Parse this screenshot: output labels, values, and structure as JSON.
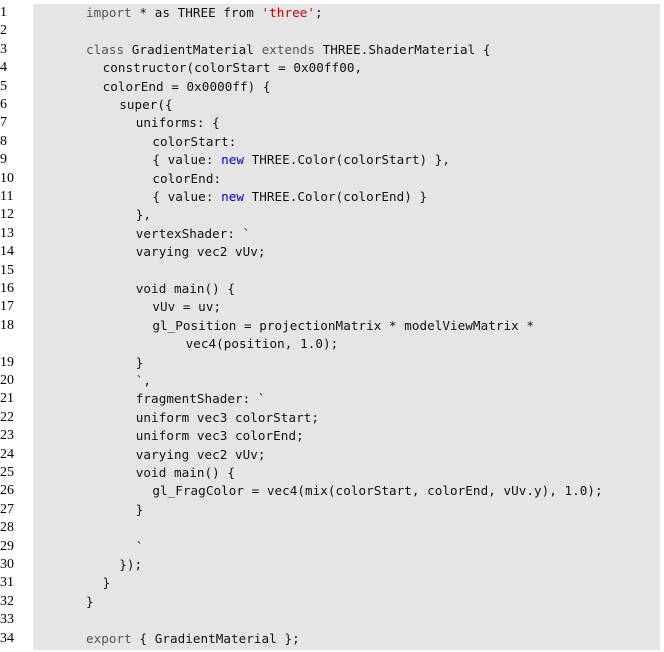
{
  "lines": [
    {
      "n": "1",
      "indent": 0,
      "parts": [
        {
          "t": "import",
          "c": "kw"
        },
        {
          "t": " * as THREE from ",
          "c": ""
        },
        {
          "t": "'three'",
          "c": "str"
        },
        {
          "t": ";",
          "c": ""
        }
      ]
    },
    {
      "n": "2",
      "indent": 0,
      "parts": []
    },
    {
      "n": "3",
      "indent": 0,
      "parts": [
        {
          "t": "class",
          "c": "kw"
        },
        {
          "t": " GradientMaterial ",
          "c": ""
        },
        {
          "t": "extends",
          "c": "kw"
        },
        {
          "t": " THREE.ShaderMaterial {",
          "c": ""
        }
      ]
    },
    {
      "n": "4",
      "indent": 1,
      "parts": [
        {
          "t": "constructor(colorStart = 0x00ff00,",
          "c": ""
        }
      ]
    },
    {
      "n": "5",
      "indent": 1,
      "parts": [
        {
          "t": "colorEnd = 0x0000ff) {",
          "c": ""
        }
      ]
    },
    {
      "n": "6",
      "indent": 2,
      "parts": [
        {
          "t": "super({",
          "c": ""
        }
      ]
    },
    {
      "n": "7",
      "indent": 3,
      "parts": [
        {
          "t": "uniforms: {",
          "c": ""
        }
      ]
    },
    {
      "n": "8",
      "indent": 4,
      "parts": [
        {
          "t": "colorStart:",
          "c": ""
        }
      ]
    },
    {
      "n": "9",
      "indent": 4,
      "parts": [
        {
          "t": "{ value: ",
          "c": ""
        },
        {
          "t": "new",
          "c": "new"
        },
        {
          "t": " THREE.Color(colorStart) },",
          "c": ""
        }
      ]
    },
    {
      "n": "10",
      "indent": 4,
      "parts": [
        {
          "t": "colorEnd:",
          "c": ""
        }
      ]
    },
    {
      "n": "11",
      "indent": 4,
      "parts": [
        {
          "t": "{ value: ",
          "c": ""
        },
        {
          "t": "new",
          "c": "new"
        },
        {
          "t": " THREE.Color(colorEnd) }",
          "c": ""
        }
      ]
    },
    {
      "n": "12",
      "indent": 3,
      "parts": [
        {
          "t": "},",
          "c": ""
        }
      ]
    },
    {
      "n": "13",
      "indent": 3,
      "parts": [
        {
          "t": "vertexShader: `",
          "c": ""
        }
      ]
    },
    {
      "n": "14",
      "indent": 3,
      "parts": [
        {
          "t": "varying vec2 vUv;",
          "c": ""
        }
      ]
    },
    {
      "n": "15",
      "indent": 0,
      "parts": []
    },
    {
      "n": "16",
      "indent": 3,
      "parts": [
        {
          "t": "void main() {",
          "c": ""
        }
      ]
    },
    {
      "n": "17",
      "indent": 4,
      "parts": [
        {
          "t": "vUv = uv;",
          "c": ""
        }
      ]
    },
    {
      "n": "18",
      "indent": 4,
      "parts": [
        {
          "t": "gl_Position = projectionMatrix * modelViewMatrix *",
          "c": ""
        }
      ]
    },
    {
      "n": "",
      "indent": 6,
      "parts": [
        {
          "t": "vec4(position, 1.0);",
          "c": ""
        }
      ]
    },
    {
      "n": "19",
      "indent": 3,
      "parts": [
        {
          "t": "}",
          "c": ""
        }
      ]
    },
    {
      "n": "20",
      "indent": 3,
      "parts": [
        {
          "t": "`,",
          "c": ""
        }
      ]
    },
    {
      "n": "21",
      "indent": 3,
      "parts": [
        {
          "t": "fragmentShader: `",
          "c": ""
        }
      ]
    },
    {
      "n": "22",
      "indent": 3,
      "parts": [
        {
          "t": "uniform vec3 colorStart;",
          "c": ""
        }
      ]
    },
    {
      "n": "23",
      "indent": 3,
      "parts": [
        {
          "t": "uniform vec3 colorEnd;",
          "c": ""
        }
      ]
    },
    {
      "n": "24",
      "indent": 3,
      "parts": [
        {
          "t": "varying vec2 vUv;",
          "c": ""
        }
      ]
    },
    {
      "n": "25",
      "indent": 3,
      "parts": [
        {
          "t": "void main() {",
          "c": ""
        }
      ]
    },
    {
      "n": "26",
      "indent": 4,
      "parts": [
        {
          "t": "gl_FragColor = vec4(mix(colorStart, colorEnd, vUv.y), 1.0);",
          "c": ""
        }
      ]
    },
    {
      "n": "27",
      "indent": 3,
      "parts": [
        {
          "t": "}",
          "c": ""
        }
      ]
    },
    {
      "n": "28",
      "indent": 0,
      "parts": []
    },
    {
      "n": "29",
      "indent": 3,
      "parts": [
        {
          "t": "`",
          "c": ""
        }
      ]
    },
    {
      "n": "30",
      "indent": 2,
      "parts": [
        {
          "t": "});",
          "c": ""
        }
      ]
    },
    {
      "n": "31",
      "indent": 1,
      "parts": [
        {
          "t": "}",
          "c": ""
        }
      ]
    },
    {
      "n": "32",
      "indent": 0,
      "parts": [
        {
          "t": "}",
          "c": ""
        }
      ]
    },
    {
      "n": "33",
      "indent": 0,
      "parts": []
    },
    {
      "n": "34",
      "indent": 0,
      "parts": [
        {
          "t": "export",
          "c": "kw"
        },
        {
          "t": " { GradientMaterial };",
          "c": ""
        }
      ]
    }
  ],
  "colors": {
    "background": "#e5e5e5",
    "keyword": "#555555",
    "string": "#cc0000",
    "new_keyword": "#0000cc"
  }
}
